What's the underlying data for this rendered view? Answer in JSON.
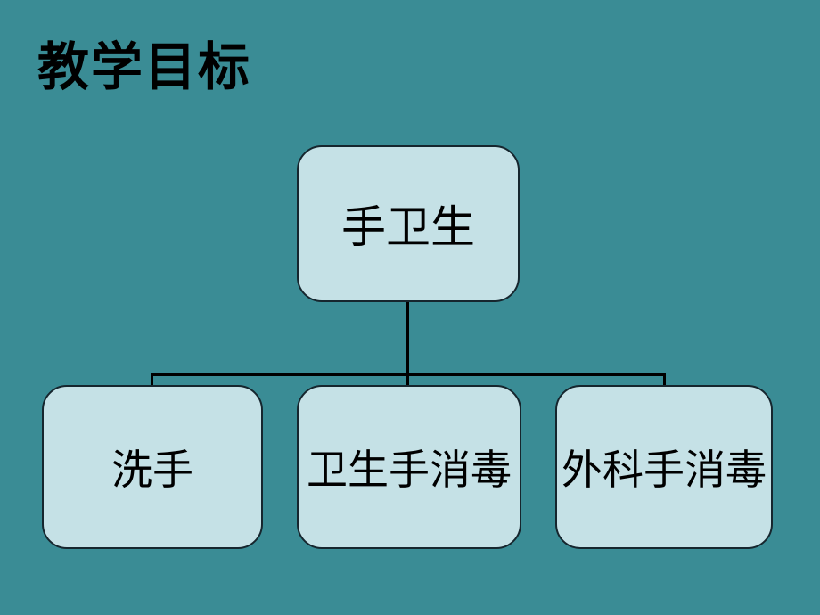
{
  "slide": {
    "title": "教学目标",
    "colors": {
      "background": "#3A8C95",
      "node_fill": "#C5E1E6",
      "node_border": "#16262E",
      "connector": "#000000",
      "text": "#000000"
    },
    "diagram": {
      "type": "tree",
      "root": {
        "label": "手卫生"
      },
      "children": [
        {
          "label": "洗手"
        },
        {
          "label": "卫生手消毒"
        },
        {
          "label": "外科手消毒"
        }
      ]
    }
  }
}
